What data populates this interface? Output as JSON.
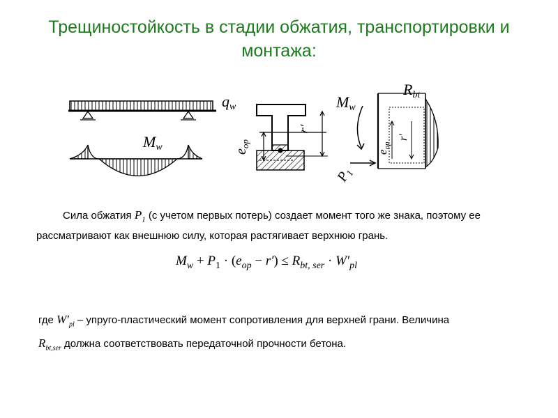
{
  "title": {
    "line1": "Трещиностойкость в стадии обжатия,  транспортировки и",
    "line2": "монтажа:"
  },
  "diagram_labels": {
    "qw": "q",
    "qw_sub": "w",
    "mw_beam": "M",
    "mw_beam_sub": "w",
    "eop": "e",
    "eop_sub": "op",
    "r_prime": "r'",
    "mw_section": "M",
    "mw_section_sub": "w",
    "p1": "P",
    "p1_sub": "1",
    "rbt": "R",
    "rbt_sub": "bt"
  },
  "paragraph": {
    "text_before": "Сила обжатия ",
    "symbol": "P",
    "symbol_sub": "1",
    "text_after": " (с учетом первых потерь) создает момент того же знака, поэтому ее рассматривают как внешнюю силу, которая растягивает верхнюю грань."
  },
  "formula": {
    "m": "M",
    "m_sub": "w",
    "plus": " + ",
    "p": "P",
    "p_sub": "1",
    "dot": " · ",
    "lparen": "(",
    "e": "e",
    "e_sub": "op",
    "minus": " − ",
    "r": "r′",
    "rparen": ")",
    "leq": " ≤ ",
    "rb": "R",
    "rb_sub": "bt, ser",
    "dot2": " · ",
    "w": "W′",
    "w_sub": "pl"
  },
  "where": {
    "prefix": "где ",
    "w": "W′",
    "w_sub": "pl",
    "text1": " – упруго-пластический момент сопротивления для верхней грани. Величина",
    "r": "R",
    "r_sub": "bt,ser",
    "text2": " должна соответствовать передаточной прочности бетона."
  }
}
